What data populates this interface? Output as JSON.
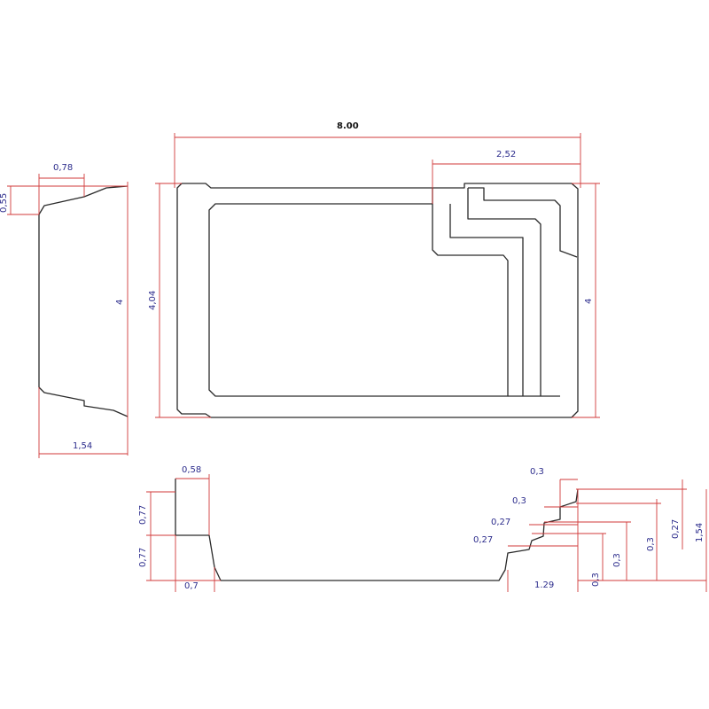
{
  "colors": {
    "outline": "#2a2a2a",
    "dimension_line": "#d23a3a",
    "dimension_text": "#2c2c8c",
    "background": "#ffffff"
  },
  "top_view": {
    "overall_length": "8.00",
    "stair_width": "2,52",
    "width_left": "4,04",
    "width_right": "4"
  },
  "side_view": {
    "top_width": "0,78",
    "top_height": "0,55",
    "height": "4",
    "bottom_width": "1,54"
  },
  "section_view": {
    "ledge_width": "0,58",
    "upper_depth": "0,77",
    "lower_depth": "0,77",
    "bottom_offset": "0,7",
    "step_1_width": "0,3",
    "step_2_width": "0,3",
    "step_3_width": "0,27",
    "step_4_width": "0,27",
    "step_run": "1.29",
    "riser_1": "0,3",
    "riser_2": "0,3",
    "riser_3": "0,3",
    "riser_4": "0,27",
    "total_depth": "1,54"
  }
}
